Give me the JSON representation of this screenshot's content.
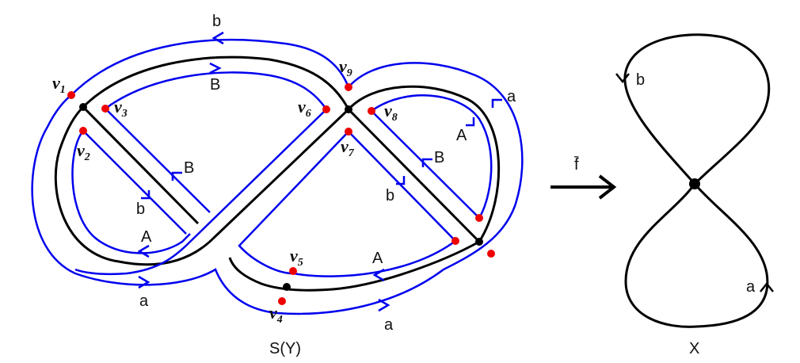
{
  "left_figure": {
    "caption": "S(Y)",
    "edge_labels": {
      "top": "b",
      "top_inner": "B",
      "diag_upper_B": "B",
      "diag_upper_b": "b",
      "left_A": "A",
      "bottom_left_a": "a",
      "bottom_inner_A": "A",
      "bottom_outer_a": "a",
      "right_a": "a",
      "right_A": "A",
      "diag_lower_B": "B",
      "diag_lower_b": "b"
    },
    "vertices": [
      {
        "name": "v",
        "sub": "1"
      },
      {
        "name": "v",
        "sub": "2"
      },
      {
        "name": "v",
        "sub": "3"
      },
      {
        "name": "v",
        "sub": "4"
      },
      {
        "name": "v",
        "sub": "5"
      },
      {
        "name": "v",
        "sub": "6"
      },
      {
        "name": "v",
        "sub": "7"
      },
      {
        "name": "v",
        "sub": "8"
      },
      {
        "name": "v",
        "sub": "9"
      }
    ]
  },
  "map_label": "f̄",
  "right_figure": {
    "caption": "X",
    "loop_labels": {
      "upper": "b",
      "lower": "a"
    }
  },
  "colors": {
    "blue": "#0000ee",
    "black": "#000000",
    "red": "#ee0000"
  }
}
